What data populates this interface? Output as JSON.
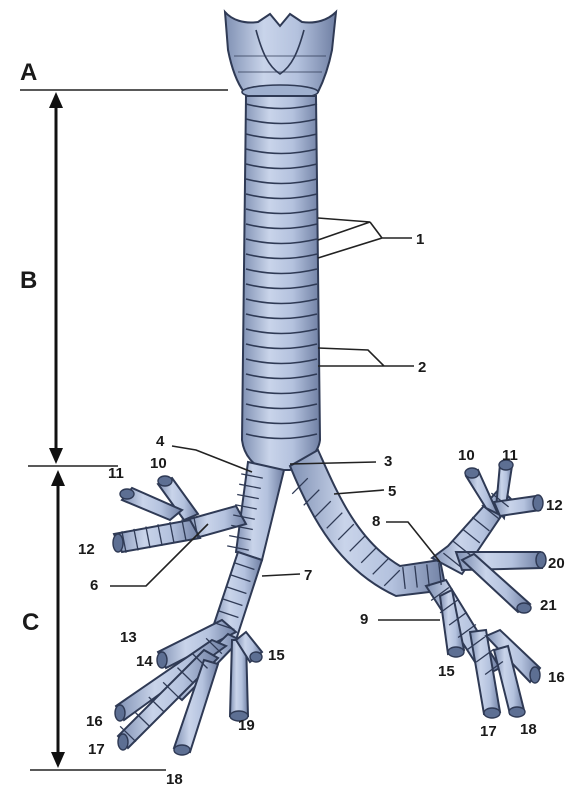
{
  "sections": {
    "a": "A",
    "b": "B",
    "c": "C"
  },
  "labels": {
    "l1": "1",
    "l2": "2",
    "l3": "3",
    "l4": "4",
    "l5": "5",
    "l6": "6",
    "l7": "7",
    "l8": "8",
    "l9": "9",
    "l10a": "10",
    "l11a": "11",
    "l12a": "12",
    "l13": "13",
    "l14": "14",
    "l15a": "15",
    "l16a": "16",
    "l17a": "17",
    "l18a": "18",
    "l19": "19",
    "l10b": "10",
    "l11b": "11",
    "l12b": "12",
    "l20": "20",
    "l21": "21",
    "l15b": "15",
    "l16b": "16",
    "l17b": "17",
    "l18b": "18"
  },
  "colors": {
    "tissue": "#b9c6de",
    "tissue_dark": "#5d6f93",
    "cartilage_line": "#2f3a55",
    "ink": "#1a1a1a"
  }
}
